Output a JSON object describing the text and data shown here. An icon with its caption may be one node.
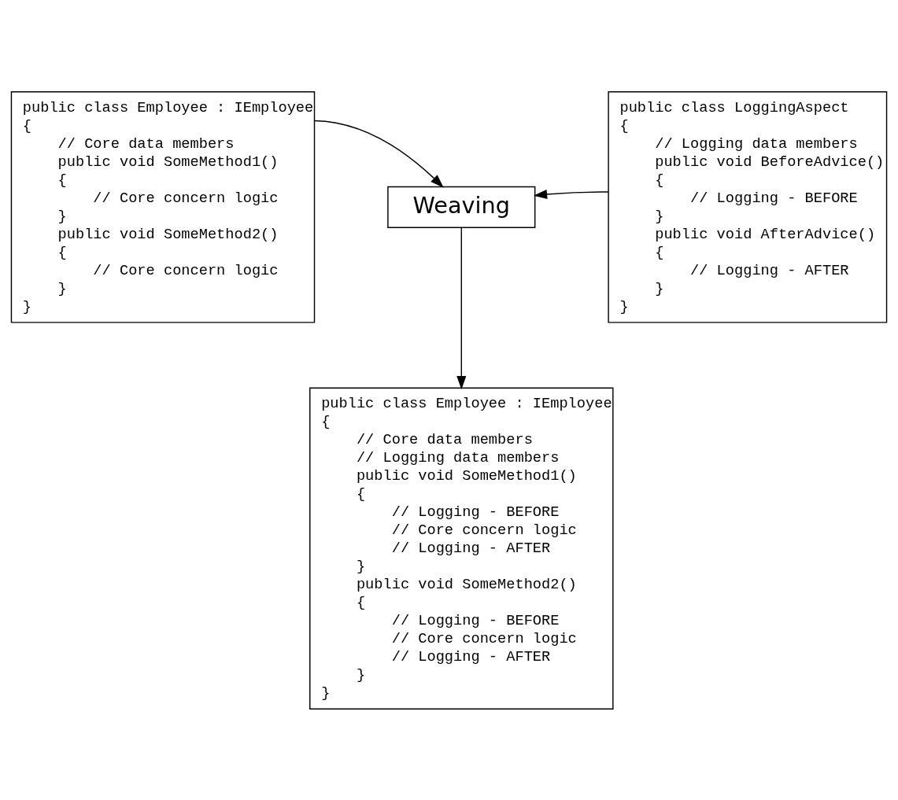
{
  "diagram": {
    "nodes": [
      {
        "text": [
          "public class Employee : IEmployee",
          "{",
          "// Core data members",
          "public void SomeMethod1()",
          "{",
          "// Core concern logic",
          "}",
          "public void SomeMethod2()",
          "{",
          "// Core concern logic",
          "}",
          "}"
        ]
      },
      {
        "text": [
          "Weaving"
        ]
      },
      {
        "text": [
          "public class LoggingAspect",
          "{",
          "// Logging data members",
          "public void BeforeAdvice()",
          "{",
          "// Logging - BEFORE",
          "}",
          "public void AfterAdvice()",
          "{",
          "// Logging - AFTER",
          "}",
          "}"
        ]
      },
      {
        "text": [
          "public class Employee : IEmployee",
          "{",
          "// Core data members",
          "// Logging data members",
          "public void SomeMethod1()",
          "{",
          "// Logging - BEFORE",
          "// Core concern logic",
          "// Logging - AFTER",
          "}",
          "public void SomeMethod2()",
          "{",
          "// Logging - BEFORE",
          "// Core concern logic",
          "// Logging - AFTER",
          "}",
          "}"
        ]
      }
    ],
    "edges": [
      {
        "from": 0,
        "to": 1,
        "arrow": "to"
      },
      {
        "from": 2,
        "to": 1,
        "arrow": "to"
      },
      {
        "from": 1,
        "to": 3,
        "arrow": "to"
      }
    ]
  }
}
